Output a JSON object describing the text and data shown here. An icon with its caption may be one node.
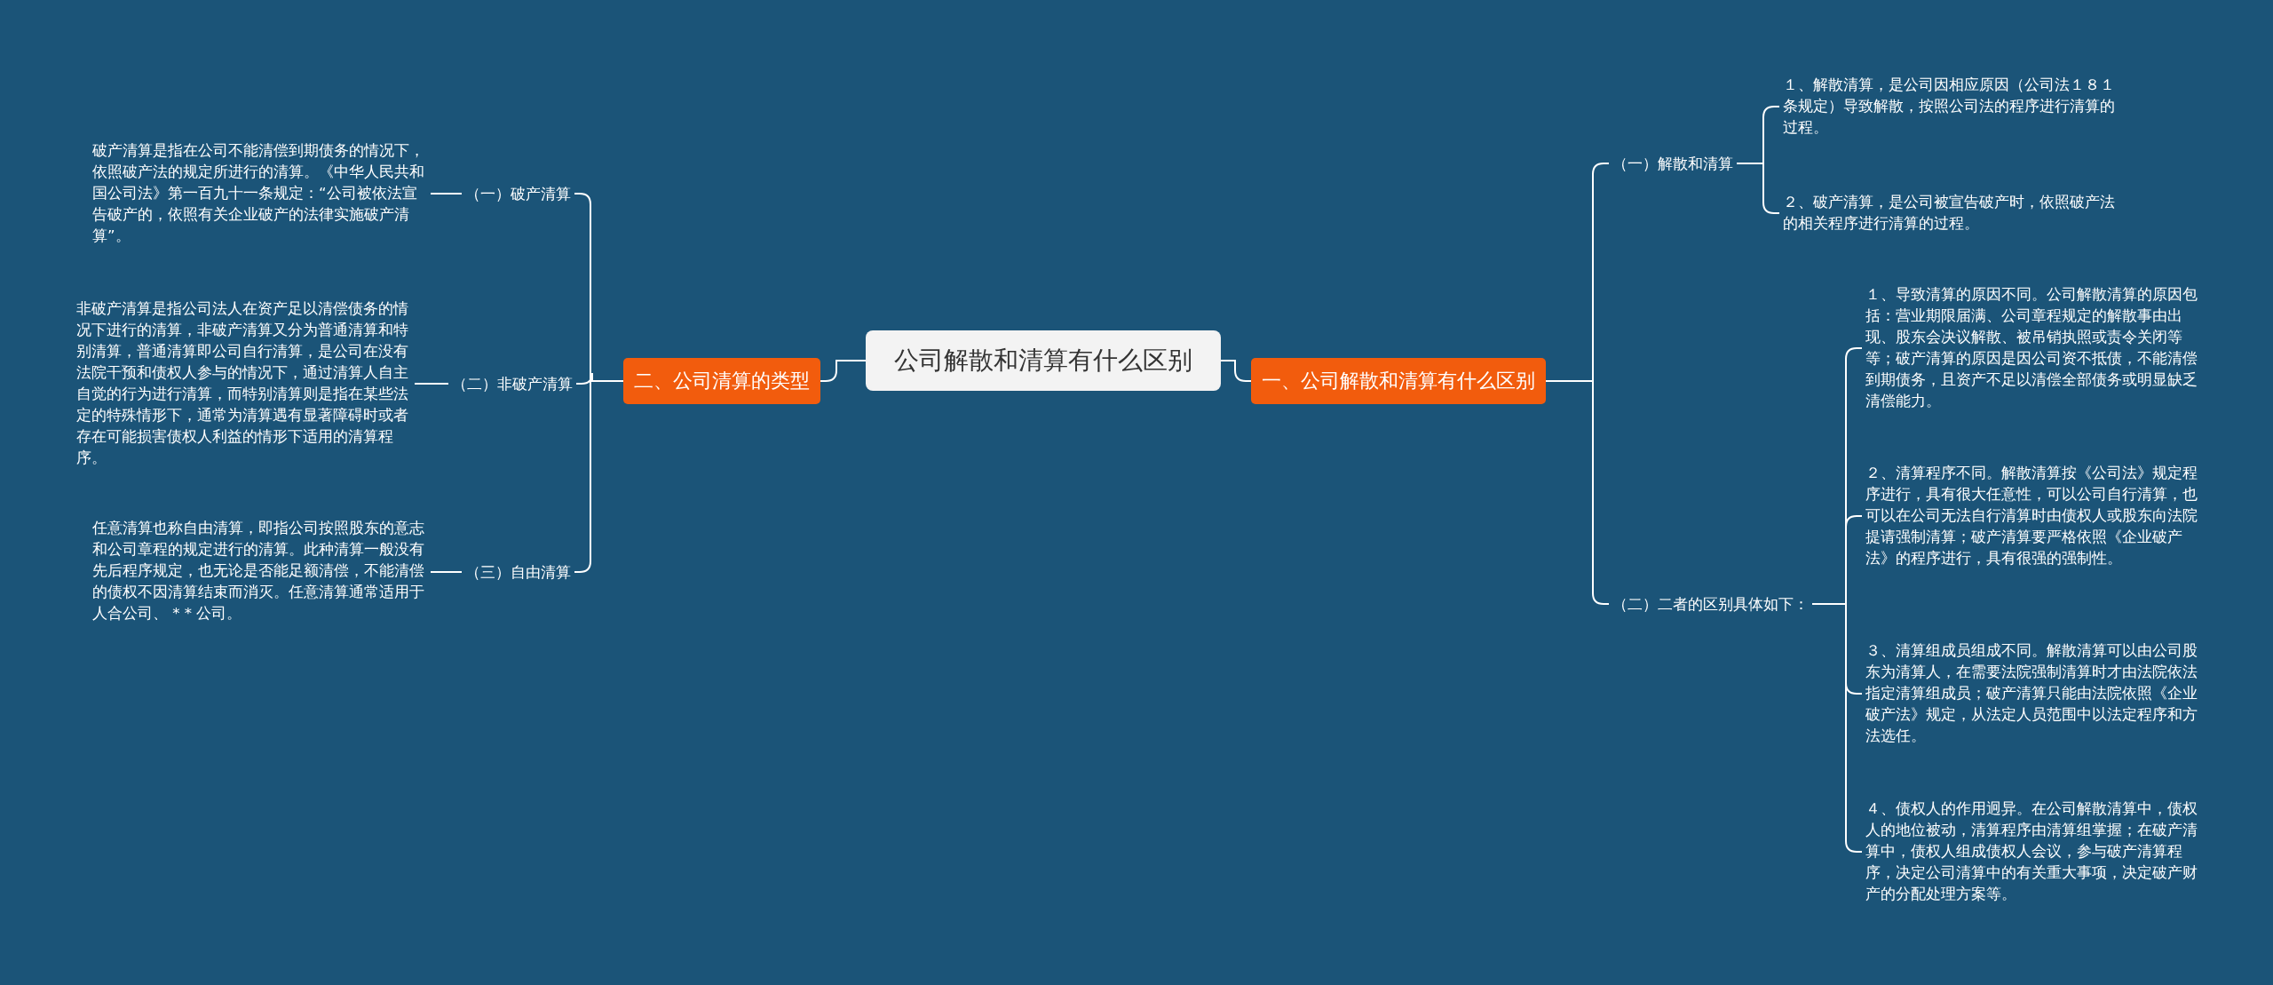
{
  "diagram": {
    "nodes": [
      {
        "text": [
          "公司解散和清算有什么区别"
        ]
      },
      {
        "text": [
          "一、公司解散和清算有什么区别"
        ]
      },
      {
        "text": [
          "（一）解散和清算"
        ]
      },
      {
        "text": [
          "１、解散清算，是公司因相应原因（公司法１８１条规定）导致解散，按照公司法的程序进行清算的过程。"
        ]
      },
      {
        "text": [
          "２、破产清算，是公司被宣告破产时，依照破产法的相关程序进行清算的过程。"
        ]
      },
      {
        "text": [
          "（二）二者的区别具体如下："
        ]
      },
      {
        "text": [
          "１、导致清算的原因不同。公司解散清算的原因包括：营业期限届满、公司章程规定的解散事由出现、股东会决议解散、被吊销执照或责令关闭等等；破产清算的原因是因公司资不抵债，不能清偿到期债务，且资产不足以清偿全部债务或明显缺乏清偿能力。"
        ]
      },
      {
        "text": [
          "２、清算程序不同。解散清算按《公司法》规定程序进行，具有很大任意性，可以公司自行清算，也可以在公司无法自行清算时由债权人或股东向法院提请强制清算；破产清算要严格依照《企业破产法》的程序进行，具有很强的强制性。"
        ]
      },
      {
        "text": [
          "３、清算组成员组成不同。解散清算可以由公司股东为清算人，在需要法院强制清算时才由法院依法指定清算组成员；破产清算只能由法院依照《企业破产法》规定，从法定人员范围中以法定程序和方法选任。"
        ]
      },
      {
        "text": [
          "４、债权人的作用迥异。在公司解散清算中，债权人的地位被动，清算程序由清算组掌握；在破产清算中，债权人组成债权人会议，参与破产清算程序，决定公司清算中的有关重大事项，决定破产财产的分配处理方案等。"
        ]
      },
      {
        "text": [
          "二、公司清算的类型"
        ]
      },
      {
        "text": [
          "（一）破产清算"
        ]
      },
      {
        "text": [
          "破产清算是指在公司不能清偿到期债务的情况下，依照破产法的规定所进行的清算。《中华人民共和国公司法》第一百九十一条规定：“公司被依法宣告破产的，依照有关企业破产的法律实施破产清算”。"
        ]
      },
      {
        "text": [
          "（二）非破产清算"
        ]
      },
      {
        "text": [
          "非破产清算是指公司法人在资产足以清偿债务的情况下进行的清算，非破产清算又分为普通清算和特别清算，普通清算即公司自行清算，是公司在没有法院干预和债权人参与的情况下，通过清算人自主自觉的行为进行清算，而特别清算则是指在某些法定的特殊情形下，通常为清算遇有显著障碍时或者存在可能损害债权人利益的情形下适用的清算程序。"
        ]
      },
      {
        "text": [
          "（三）自由清算"
        ]
      },
      {
        "text": [
          "任意清算也称自由清算，即指公司按照股东的意志和公司章程的规定进行的清算。此种清算一般没有先后程序规定，也无论是否能足额清偿，不能清偿的债权不因清算结束而消灭。任意清算通常适用于人合公司、 * * 公司。"
        ]
      }
    ],
    "edges": [
      {
        "from": 0,
        "to": 1,
        "arrow": "none"
      },
      {
        "from": 1,
        "to": 2,
        "arrow": "none"
      },
      {
        "from": 2,
        "to": 3,
        "arrow": "none"
      },
      {
        "from": 2,
        "to": 4,
        "arrow": "none"
      },
      {
        "from": 1,
        "to": 5,
        "arrow": "none"
      },
      {
        "from": 5,
        "to": 6,
        "arrow": "none"
      },
      {
        "from": 5,
        "to": 7,
        "arrow": "none"
      },
      {
        "from": 5,
        "to": 8,
        "arrow": "none"
      },
      {
        "from": 5,
        "to": 9,
        "arrow": "none"
      },
      {
        "from": 0,
        "to": 10,
        "arrow": "none"
      },
      {
        "from": 10,
        "to": 11,
        "arrow": "none"
      },
      {
        "from": 11,
        "to": 12,
        "arrow": "none"
      },
      {
        "from": 10,
        "to": 13,
        "arrow": "none"
      },
      {
        "from": 13,
        "to": 14,
        "arrow": "none"
      },
      {
        "from": 10,
        "to": 15,
        "arrow": "none"
      },
      {
        "from": 15,
        "to": 16,
        "arrow": "none"
      }
    ]
  }
}
